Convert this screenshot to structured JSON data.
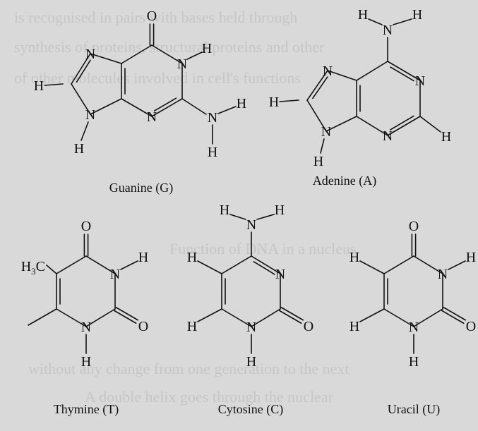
{
  "colors": {
    "background": "#d9d9d9",
    "ink": "#111111",
    "ghost_text": "#c6c6c6"
  },
  "molecules": [
    {
      "id": "guanine",
      "caption": "Guanine (G)"
    },
    {
      "id": "adenine",
      "caption": "Adenine (A)"
    },
    {
      "id": "thymine",
      "caption": "Thymine (T)"
    },
    {
      "id": "cytosine",
      "caption": "Cytosine (C)"
    },
    {
      "id": "uracil",
      "caption": "Uracil (U)"
    }
  ],
  "atoms": {
    "H": "H",
    "N": "N",
    "O": "O",
    "methyl_prefix": "H",
    "methyl_sub": "3",
    "methyl_suffix": "C"
  },
  "show_through": [
    "is recognised in pairs with bases held through",
    "synthesis of proteins, structural proteins and other",
    "of other molecules involved in cell's functions",
    "Function of DNA in a nucleus",
    "without any change from one generation to the next",
    "A double helix goes through the nuclear"
  ]
}
